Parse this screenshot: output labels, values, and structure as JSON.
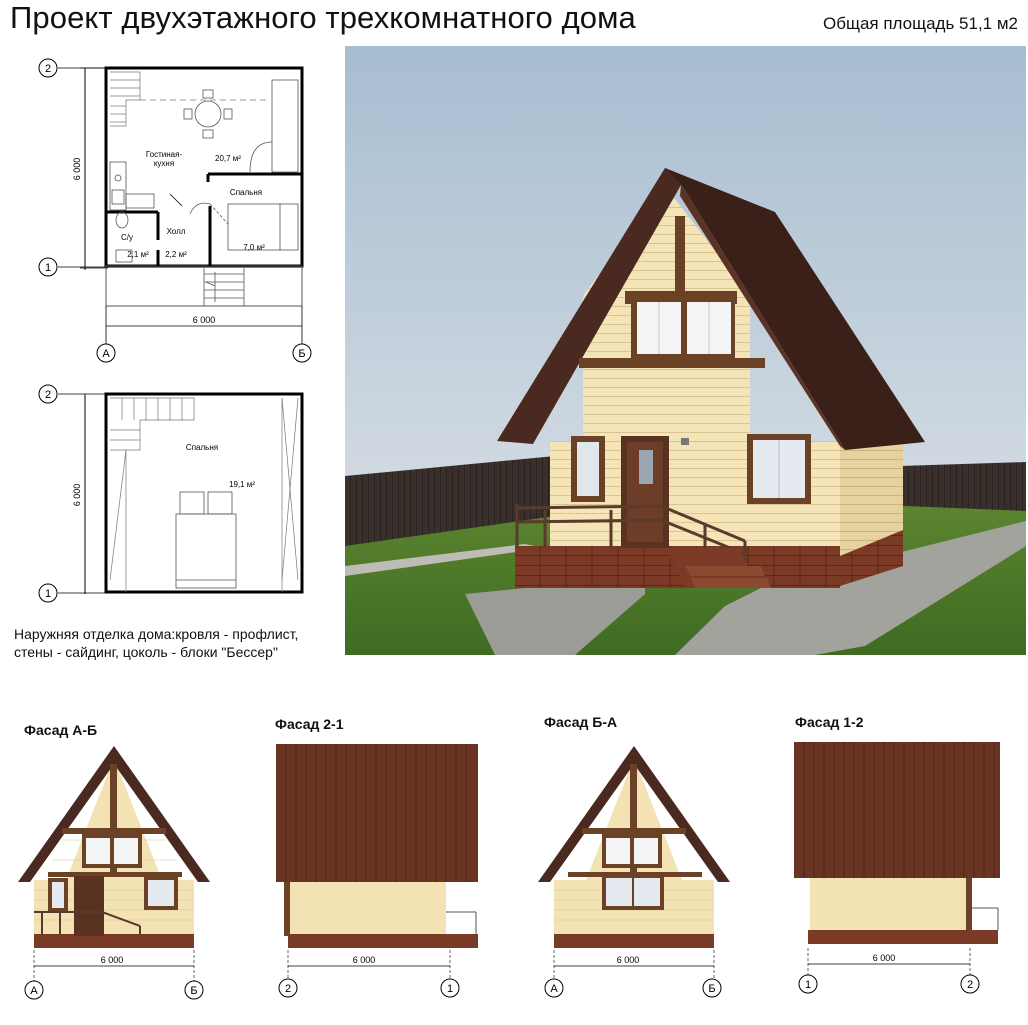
{
  "title": "Проект двухэтажного трехкомнатного дома",
  "total_area": "Общая площадь 51,1 м2",
  "plan1": {
    "dim_vertical": "6 000",
    "dim_horizontal": "6 000",
    "axis_top": "2",
    "axis_bottom": "1",
    "axis_left": "А",
    "axis_right": "Б",
    "room_living": "Гостиная-",
    "room_living_2": "кухня",
    "area_living": "20,7 м²",
    "room_bedroom": "Спальня",
    "area_bedroom": "7,0 м²",
    "room_hall": "Холл",
    "area_hall": "2,2 м²",
    "room_wc": "С/у",
    "area_wc": "2,1 м²"
  },
  "plan2": {
    "dim_vertical": "6 000",
    "axis_top": "2",
    "axis_bottom": "1",
    "room_bedroom": "Спальня",
    "area_bedroom": "19,1 м²"
  },
  "finish_note_line1": "Наружняя отделка дома:кровля - профлист,",
  "finish_note_line2": "стены - сайдинг, цоколь - блоки \"Бессер\"",
  "facades": [
    {
      "label": "Фасад А-Б",
      "dim": "6 000",
      "axis_left": "А",
      "axis_right": "Б"
    },
    {
      "label": "Фасад 2-1",
      "dim": "6 000",
      "axis_left": "2",
      "axis_right": "1"
    },
    {
      "label": "Фасад Б-А",
      "dim": "6 000",
      "axis_left": "А",
      "axis_right": "Б"
    },
    {
      "label": "Фасад 1-2",
      "dim": "6 000",
      "axis_left": "1",
      "axis_right": "2"
    }
  ],
  "colors": {
    "siding": "#f3e2b3",
    "roof": "#5a2d1c",
    "trim": "#6b4226",
    "plinth": "#7a3b26",
    "grass": "#4f7a2a",
    "sky_top": "#a9bfd3",
    "sky_bottom": "#dfe3e6"
  }
}
